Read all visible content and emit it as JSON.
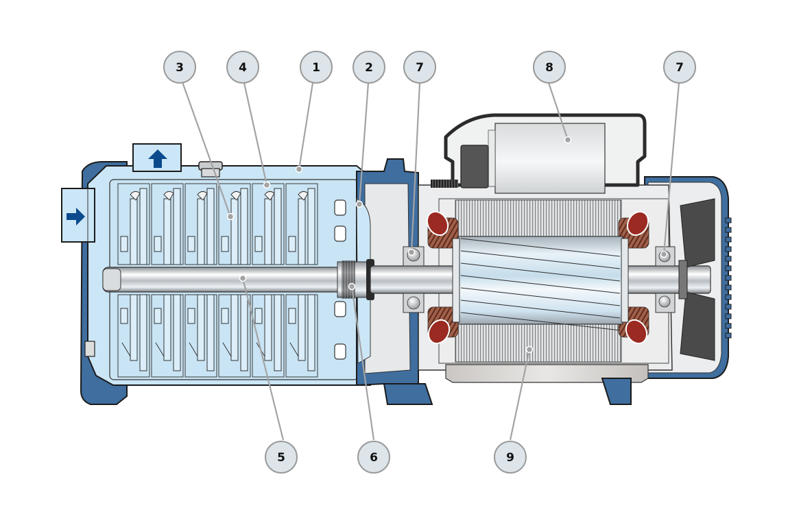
{
  "diagram": {
    "subject": "Multistage centrifugal pump cutaway",
    "colors": {
      "casing_blue": "#3f6e9f",
      "casing_blue_dark": "#2f5a87",
      "water_light_blue": "#cbe6f6",
      "metal_grey": "#e6e7e8",
      "winding_red": "#9a2a22",
      "copper": "#8b4a35",
      "fan_dark": "#4a4a4a",
      "callout_fill": "#dde5ea",
      "callout_stroke": "#9a9a9a",
      "arrow_blue": "#0b4a8c"
    },
    "callouts": [
      {
        "id": "c3",
        "label": "3",
        "part": "impeller"
      },
      {
        "id": "c4",
        "label": "4",
        "part": "diffuser"
      },
      {
        "id": "c1",
        "label": "1",
        "part": "pump-body"
      },
      {
        "id": "c2",
        "label": "2",
        "part": "motor-bracket"
      },
      {
        "id": "c7a",
        "label": "7",
        "part": "bearing-front"
      },
      {
        "id": "c8",
        "label": "8",
        "part": "capacitor"
      },
      {
        "id": "c7b",
        "label": "7",
        "part": "bearing-rear"
      },
      {
        "id": "c5",
        "label": "5",
        "part": "shaft"
      },
      {
        "id": "c6",
        "label": "6",
        "part": "mechanical-seal"
      },
      {
        "id": "c9",
        "label": "9",
        "part": "electric-motor"
      }
    ],
    "flow_arrows": [
      {
        "name": "inlet-arrow",
        "direction": "right"
      },
      {
        "name": "outlet-arrow",
        "direction": "up"
      }
    ]
  }
}
